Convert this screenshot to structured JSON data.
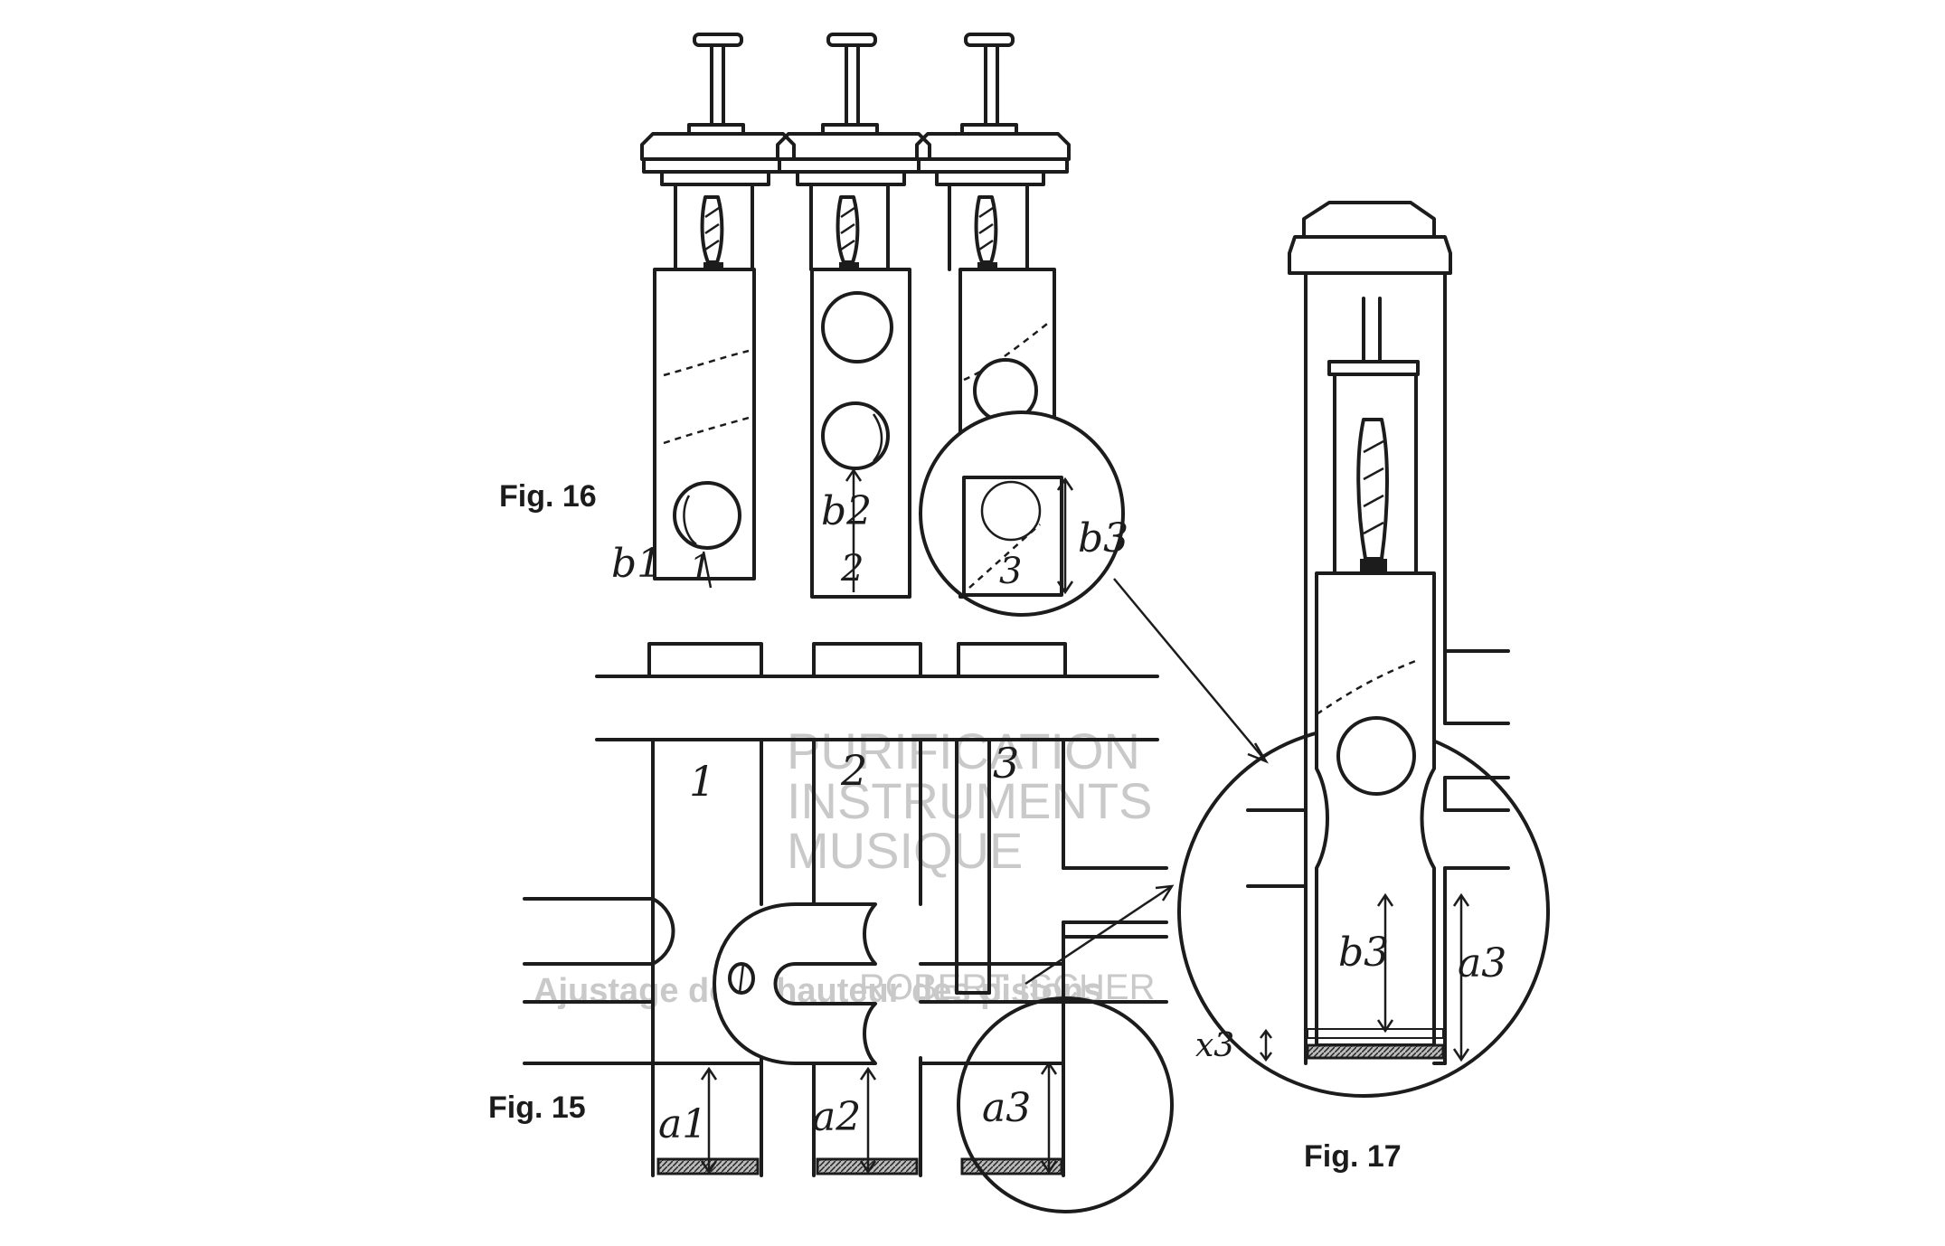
{
  "figures": {
    "fig15": "Fig. 15",
    "fig16": "Fig. 16",
    "fig17": "Fig. 17"
  },
  "valve_numbers": [
    "1",
    "2",
    "3"
  ],
  "lower_valve_numbers": [
    "1",
    "2",
    "3"
  ],
  "piston_labels": [
    "1",
    "2",
    "3"
  ],
  "b_labels": [
    "b1",
    "b2",
    "b3"
  ],
  "a_labels": [
    "a1",
    "a2",
    "a3"
  ],
  "fig17_labels": {
    "b": "b3",
    "a": "a3",
    "x": "x3"
  },
  "bleed_text": [
    "PURIFICATION",
    "INSTRUMENTS",
    "MUSIQUE",
    "ROBERT ISCHER",
    "Ajustage de la hauteur des pistons"
  ]
}
